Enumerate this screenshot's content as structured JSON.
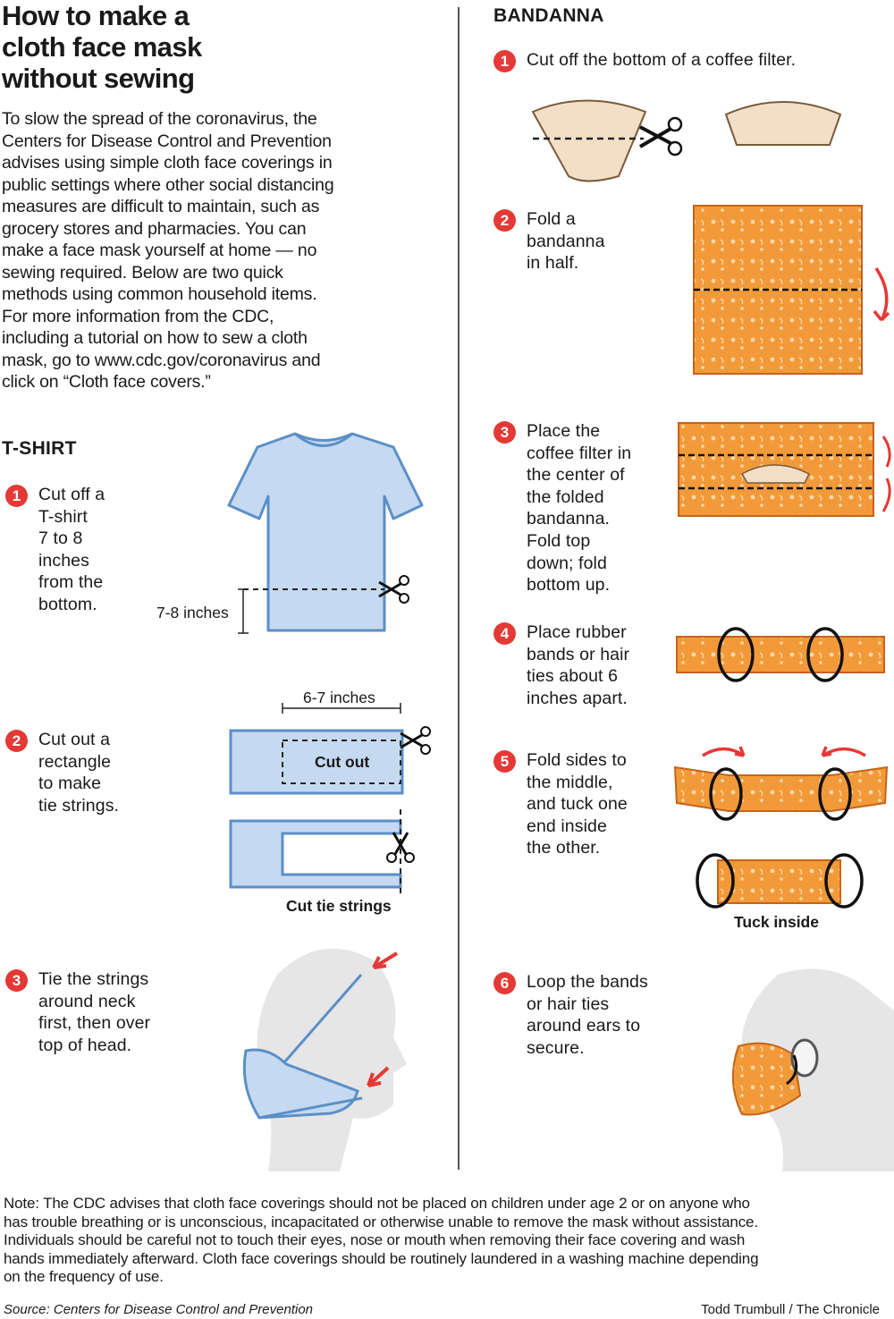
{
  "title_lines": [
    "How to make a",
    "cloth face mask",
    "without sewing"
  ],
  "intro_lines": [
    "To slow the spread of the coronavirus, the",
    "Centers for Disease Control and Prevention",
    "advises using simple cloth face coverings in",
    "public settings where other social distancing",
    "measures are difficult to maintain, such as",
    "grocery stores and pharmacies. You can",
    "make a face mask yourself at home — no",
    "sewing required. Below are two quick",
    "methods using common household items.",
    "For more information from the CDC,",
    "including a tutorial on how to sew a cloth",
    "mask, go to www.cdc.gov/coronavirus and",
    "click on “Cloth face covers.”"
  ],
  "tshirt": {
    "heading": "T-SHIRT",
    "steps": [
      {
        "number": "1",
        "lines": [
          "Cut off a",
          "T-shirt",
          "7 to 8",
          "inches",
          "from the",
          "bottom."
        ]
      },
      {
        "number": "2",
        "lines": [
          "Cut out a",
          "rectangle",
          "to make",
          "tie strings."
        ]
      },
      {
        "number": "3",
        "lines": [
          "Tie the strings",
          "around neck",
          "first, then over",
          "top of head."
        ]
      }
    ],
    "labels": {
      "cut_height": "7-8 inches",
      "rect_width": "6-7 inches",
      "cut_out": "Cut out",
      "cut_tie_strings": "Cut tie strings"
    }
  },
  "bandanna": {
    "heading": "BANDANNA",
    "steps": [
      {
        "number": "1",
        "lines": [
          "Cut off the bottom of a coffee filter."
        ]
      },
      {
        "number": "2",
        "lines": [
          "Fold a",
          "bandanna",
          "in half."
        ]
      },
      {
        "number": "3",
        "lines": [
          "Place the",
          "coffee filter in",
          "the center of",
          "the folded",
          "bandanna.",
          "Fold top",
          "down; fold",
          "bottom up."
        ]
      },
      {
        "number": "4",
        "lines": [
          "Place rubber",
          "bands or hair",
          "ties about 6",
          "inches apart."
        ]
      },
      {
        "number": "5",
        "lines": [
          "Fold sides to",
          "the middle,",
          "and tuck one",
          "end inside",
          "the other."
        ]
      },
      {
        "number": "6",
        "lines": [
          "Loop the bands",
          "or hair ties",
          "around ears to",
          "secure."
        ]
      }
    ],
    "labels": {
      "tuck_inside": "Tuck inside"
    }
  },
  "note_lines": [
    "Note: The CDC advises that cloth face coverings should not be placed on children under age 2 or on anyone who",
    "has trouble breathing or is unconscious, incapacitated or otherwise unable to remove the mask without assistance.",
    "Individuals should be careful not to touch their eyes, nose or mouth when removing their face covering and wash",
    "hands immediately afterward. Cloth face coverings should be routinely laundered in a washing machine depending",
    "on the frequency of use."
  ],
  "source": "Source: Centers for Disease Control and Prevention",
  "credit": "Todd Trumbull / The Chronicle",
  "colors": {
    "badge": "#e53935",
    "shirt": "#c5daf0",
    "shirt_stroke": "#5b8fc7",
    "bandanna": "#f29a3a",
    "filter": "#f3dfc8",
    "arrow": "#e53935",
    "head": "#e6e6e6"
  }
}
